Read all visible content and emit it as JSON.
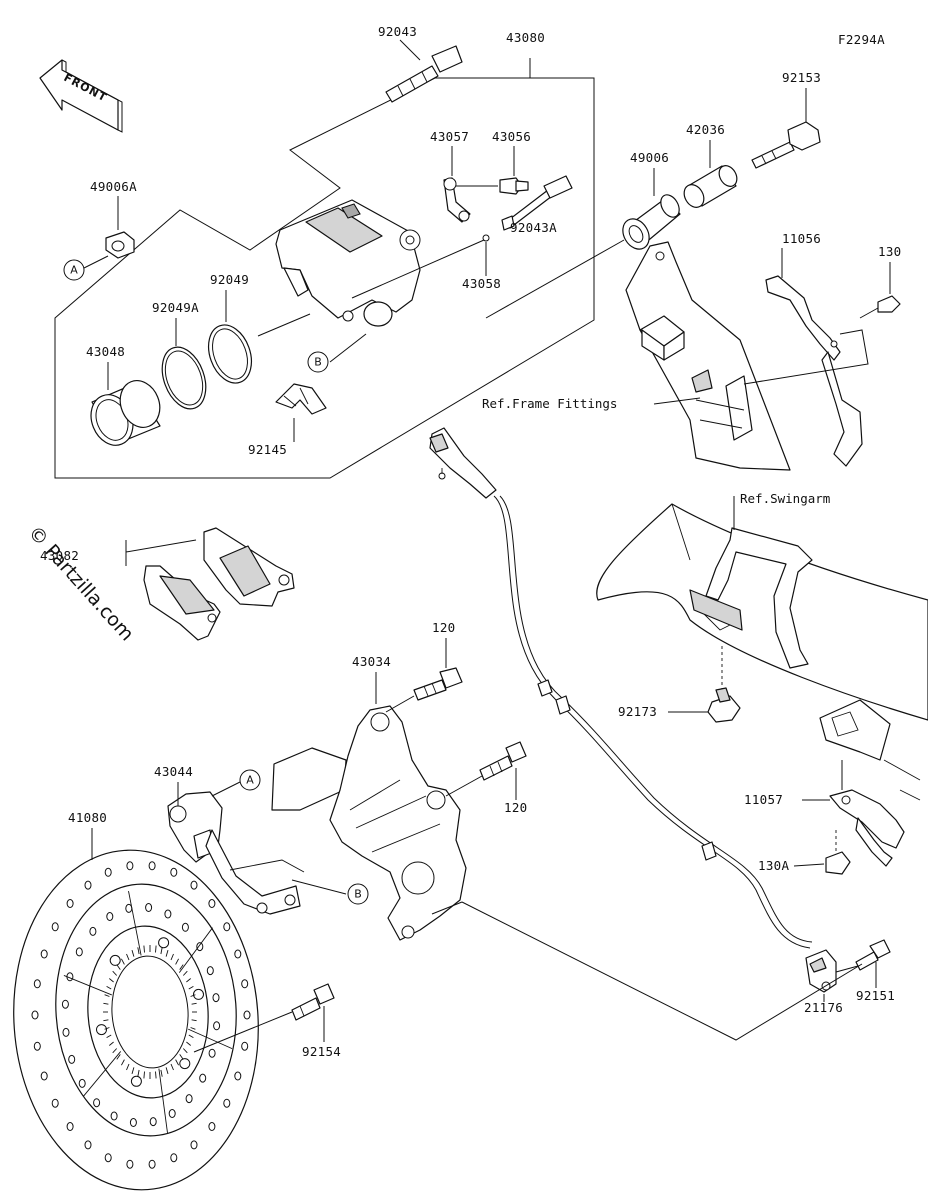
{
  "diagram_code": "F2294A",
  "front_arrow": "FRONT",
  "watermark": "© Partzilla.com",
  "references": {
    "frame": "Ref.Frame Fittings",
    "swingarm": "Ref.Swingarm"
  },
  "markers": {
    "a": "A",
    "b": "B"
  },
  "parts": {
    "p92043": "92043",
    "p43080": "43080",
    "p92153": "92153",
    "p43057": "43057",
    "p43056": "43056",
    "p49006": "49006",
    "p42036": "42036",
    "p49006A": "49006A",
    "p92043A": "92043A",
    "p11056": "11056",
    "p130": "130",
    "p92049": "92049",
    "p92049A": "92049A",
    "p43058": "43058",
    "p43048": "43048",
    "p92145": "92145",
    "p43082": "43082",
    "p120a": "120",
    "p43034": "43034",
    "p92173": "92173",
    "p43044": "43044",
    "p120b": "120",
    "p11057": "11057",
    "p41080": "41080",
    "p130A": "130A",
    "p92151": "92151",
    "p92154": "92154",
    "p21176": "21176"
  }
}
